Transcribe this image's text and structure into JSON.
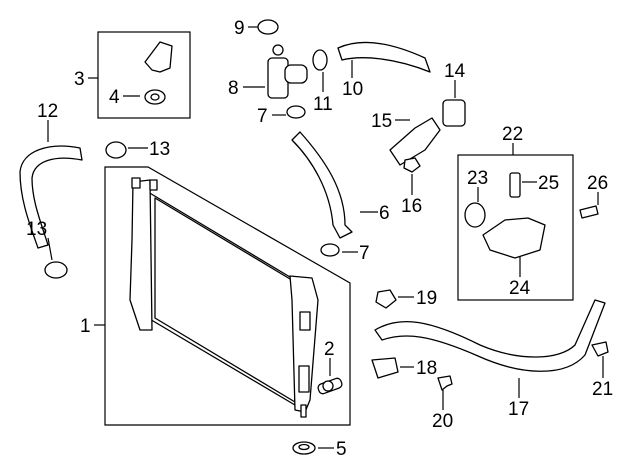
{
  "diagram": {
    "callouts": [
      {
        "id": "c1",
        "text": "1"
      },
      {
        "id": "c2",
        "text": "2"
      },
      {
        "id": "c3",
        "text": "3"
      },
      {
        "id": "c4",
        "text": "4"
      },
      {
        "id": "c5",
        "text": "5"
      },
      {
        "id": "c6",
        "text": "6"
      },
      {
        "id": "c7a",
        "text": "7"
      },
      {
        "id": "c7b",
        "text": "7"
      },
      {
        "id": "c8",
        "text": "8"
      },
      {
        "id": "c9",
        "text": "9"
      },
      {
        "id": "c10",
        "text": "10"
      },
      {
        "id": "c11",
        "text": "11"
      },
      {
        "id": "c12",
        "text": "12"
      },
      {
        "id": "c13a",
        "text": "13"
      },
      {
        "id": "c13b",
        "text": "13"
      },
      {
        "id": "c14",
        "text": "14"
      },
      {
        "id": "c15",
        "text": "15"
      },
      {
        "id": "c16",
        "text": "16"
      },
      {
        "id": "c17",
        "text": "17"
      },
      {
        "id": "c18",
        "text": "18"
      },
      {
        "id": "c19",
        "text": "19"
      },
      {
        "id": "c20",
        "text": "20"
      },
      {
        "id": "c21",
        "text": "21"
      },
      {
        "id": "c22",
        "text": "22"
      },
      {
        "id": "c23",
        "text": "23"
      },
      {
        "id": "c24",
        "text": "24"
      },
      {
        "id": "c25",
        "text": "25"
      },
      {
        "id": "c26",
        "text": "26"
      }
    ],
    "colors": {
      "line": "#000000",
      "background": "#ffffff"
    }
  }
}
